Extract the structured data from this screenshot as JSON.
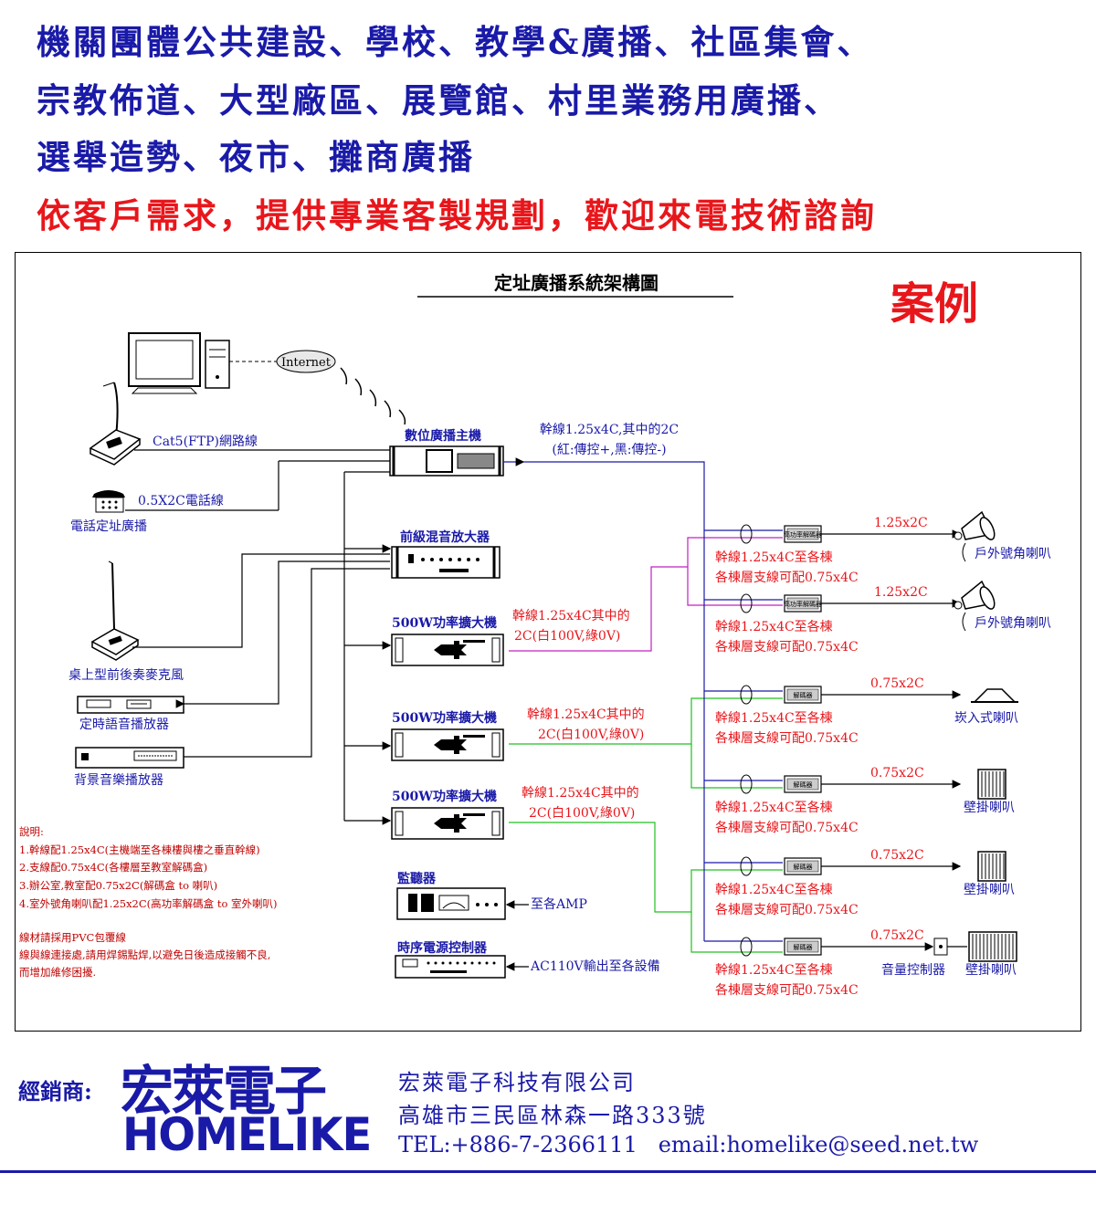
{
  "header": {
    "line1": "機關團體公共建設、學校、教學&廣播、社區集會、",
    "line2": "宗教佈道、大型廠區、展覽館、村里業務用廣播、",
    "line3": "選舉造勢、夜市、攤商廣播",
    "line4": "依客戶需求，提供專業客製規劃，歡迎來電技術諮詢"
  },
  "diagram": {
    "title": "定址廣播系統架構圖",
    "case_label": "案例",
    "internet": "Internet",
    "cat5": "Cat5(FTP)網路線",
    "phone_line": "0.5X2C電話線",
    "phone_paging": "電話定址廣播",
    "main_unit": "數位廣播主機",
    "trunk_main_1": "幹線1.25x4C,其中的2C",
    "trunk_main_2": "(紅:傳控+,黑:傳控-)",
    "preamp": "前級混音放大器",
    "desk_mic": "桌上型前後奏麥克風",
    "timer_player": "定時語音播放器",
    "bgm_player": "背景音樂播放器",
    "amp_label": "500W功率擴大機",
    "amp_trunk_1": "幹線1.25x4C其中的",
    "amp_trunk_2": "2C(白100V,綠0V)",
    "monitor": "監聽器",
    "to_amp": "至各AMP",
    "power_seq": "時序電源控制器",
    "ac_out": "AC110V輸出至各設備",
    "decoder_hp": "高功率解碼器",
    "decoder": "解碼器",
    "branch_1": "幹線1.25x4C至各棟",
    "branch_2": "各棟層支線可配0.75x4C",
    "wire_125": "1.25x2C",
    "wire_075": "0.75x2C",
    "horn": "戶外號角喇叭",
    "ceiling": "崁入式喇叭",
    "wall": "壁掛喇叭",
    "volume": "音量控制器",
    "notes": [
      "說明:",
      "1.幹線配1.25x4C(主機端至各棟樓與樓之垂直幹線)",
      "2.支線配0.75x4C(各樓層至教室解碼盒)",
      "3.辦公室,教室配0.75x2C(解碼盒 to 喇叭)",
      "4.室外號角喇叭配1.25x2C(高功率解碼盒 to 室外喇叭)",
      "",
      "線材請採用PVC包覆線",
      "線與線連接處,請用焊錫點焊,以避免日後造成接觸不良,",
      "而增加維修困擾."
    ]
  },
  "footer": {
    "dealer": "經銷商:",
    "logo_cn": "宏萊電子",
    "logo_en": "HOMELIKE",
    "company": "宏萊電子科技有限公司",
    "address": "高雄市三民區林森一路333號",
    "contact": "TEL:+886-7-2366111   email:homelike@seed.net.tw"
  },
  "colors": {
    "blue": "#1a1aa8",
    "red": "#e8161b",
    "trunk": "#1a1aa8",
    "amp1": "#c020c0",
    "amp2": "#20c020",
    "note": "#c00000"
  }
}
